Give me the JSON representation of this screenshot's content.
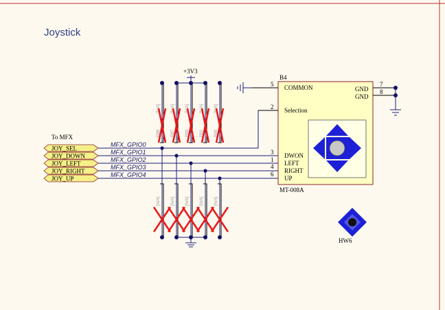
{
  "sheet": {
    "title": "Joystick"
  },
  "power": {
    "label": "+3V3"
  },
  "connector": {
    "label": "To MFX"
  },
  "ports": [
    "JOY_SEL",
    "JOY_DOWN",
    "JOY_LEFT",
    "JOY_RIGHT",
    "JOY_UP"
  ],
  "nets": [
    "MFX_GPIO0",
    "MFX_GPIO1",
    "MFX_GPIO2",
    "MFX_GPIO3",
    "MFX_GPIO4"
  ],
  "resistors": {
    "upper_refs": [
      "R88",
      "R87",
      "R89",
      "R91",
      "R90"
    ],
    "value": "[N/A]"
  },
  "component": {
    "ref": "B4",
    "part": "MT-008A",
    "left_pins": [
      {
        "num": "5",
        "name": "COMMON"
      },
      {
        "num": "2",
        "name": "Selection"
      },
      {
        "num": "3",
        "name": "DWON"
      },
      {
        "num": "1",
        "name": "LEFT"
      },
      {
        "num": "4",
        "name": "RIGHT"
      },
      {
        "num": "6",
        "name": "UP"
      }
    ],
    "right_pins": [
      {
        "num": "7",
        "name": "GND"
      },
      {
        "num": "8",
        "name": "GND"
      }
    ]
  },
  "hardware": {
    "ref": "HW6"
  },
  "colors": {
    "wire": "#1a1a7a",
    "port_fill": "#f5f08a",
    "component_fill": "#ffffc4",
    "no_fit_mark": "#e81919",
    "joystick_blue": "#1d20d6"
  }
}
